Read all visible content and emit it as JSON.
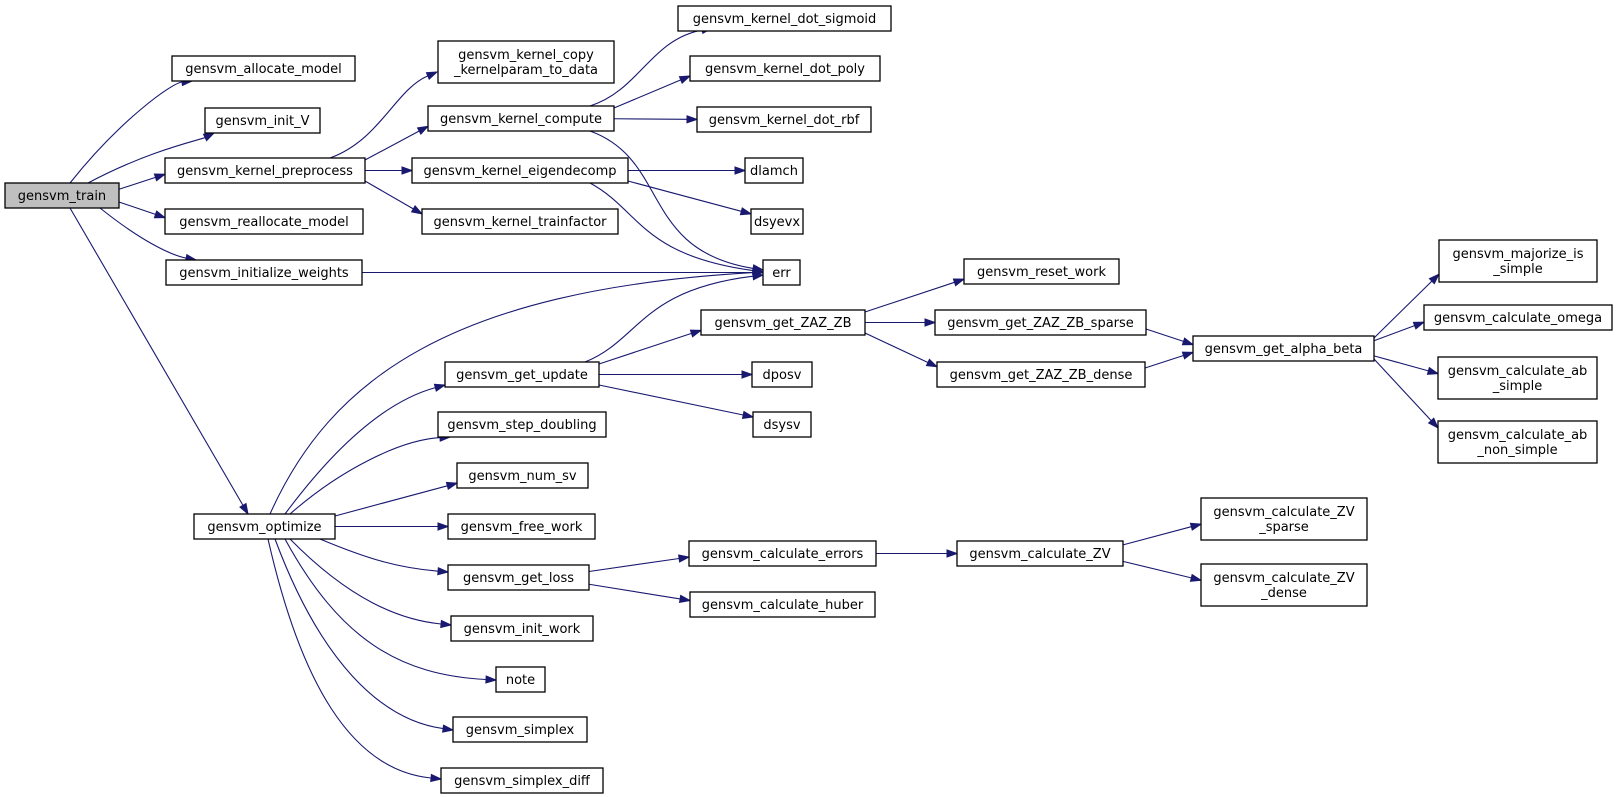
{
  "nodes": [
    {
      "id": "train",
      "lines": [
        "gensvm_train"
      ],
      "root": true
    },
    {
      "id": "alloc",
      "lines": [
        "gensvm_allocate_model"
      ]
    },
    {
      "id": "initV",
      "lines": [
        "gensvm_init_V"
      ]
    },
    {
      "id": "kprep",
      "lines": [
        "gensvm_kernel_preprocess"
      ]
    },
    {
      "id": "realloc",
      "lines": [
        "gensvm_reallocate_model"
      ]
    },
    {
      "id": "initw",
      "lines": [
        "gensvm_initialize_weights"
      ]
    },
    {
      "id": "opt",
      "lines": [
        "gensvm_optimize"
      ]
    },
    {
      "id": "kcopy",
      "lines": [
        "gensvm_kernel_copy",
        "_kernelparam_to_data"
      ]
    },
    {
      "id": "kcomp",
      "lines": [
        "gensvm_kernel_compute"
      ]
    },
    {
      "id": "keig",
      "lines": [
        "gensvm_kernel_eigendecomp"
      ]
    },
    {
      "id": "ktf",
      "lines": [
        "gensvm_kernel_trainfactor"
      ]
    },
    {
      "id": "ksig",
      "lines": [
        "gensvm_kernel_dot_sigmoid"
      ]
    },
    {
      "id": "kpoly",
      "lines": [
        "gensvm_kernel_dot_poly"
      ]
    },
    {
      "id": "krbf",
      "lines": [
        "gensvm_kernel_dot_rbf"
      ]
    },
    {
      "id": "dlamch",
      "lines": [
        "dlamch"
      ]
    },
    {
      "id": "dsyevx",
      "lines": [
        "dsyevx"
      ]
    },
    {
      "id": "err",
      "lines": [
        "err"
      ]
    },
    {
      "id": "getupd",
      "lines": [
        "gensvm_get_update"
      ]
    },
    {
      "id": "stepd",
      "lines": [
        "gensvm_step_doubling"
      ]
    },
    {
      "id": "numsv",
      "lines": [
        "gensvm_num_sv"
      ]
    },
    {
      "id": "freew",
      "lines": [
        "gensvm_free_work"
      ]
    },
    {
      "id": "getloss",
      "lines": [
        "gensvm_get_loss"
      ]
    },
    {
      "id": "initwork",
      "lines": [
        "gensvm_init_work"
      ]
    },
    {
      "id": "note",
      "lines": [
        "note"
      ]
    },
    {
      "id": "simplex",
      "lines": [
        "gensvm_simplex"
      ]
    },
    {
      "id": "sdiff",
      "lines": [
        "gensvm_simplex_diff"
      ]
    },
    {
      "id": "zaz",
      "lines": [
        "gensvm_get_ZAZ_ZB"
      ]
    },
    {
      "id": "dposv",
      "lines": [
        "dposv"
      ]
    },
    {
      "id": "dsysv",
      "lines": [
        "dsysv"
      ]
    },
    {
      "id": "resetw",
      "lines": [
        "gensvm_reset_work"
      ]
    },
    {
      "id": "zazs",
      "lines": [
        "gensvm_get_ZAZ_ZB_sparse"
      ]
    },
    {
      "id": "zazd",
      "lines": [
        "gensvm_get_ZAZ_ZB_dense"
      ]
    },
    {
      "id": "ab",
      "lines": [
        "gensvm_get_alpha_beta"
      ]
    },
    {
      "id": "majs",
      "lines": [
        "gensvm_majorize_is",
        "_simple"
      ]
    },
    {
      "id": "omega",
      "lines": [
        "gensvm_calculate_omega"
      ]
    },
    {
      "id": "abs",
      "lines": [
        "gensvm_calculate_ab",
        "_simple"
      ]
    },
    {
      "id": "abns",
      "lines": [
        "gensvm_calculate_ab",
        "_non_simple"
      ]
    },
    {
      "id": "cerr",
      "lines": [
        "gensvm_calculate_errors"
      ]
    },
    {
      "id": "chub",
      "lines": [
        "gensvm_calculate_huber"
      ]
    },
    {
      "id": "czv",
      "lines": [
        "gensvm_calculate_ZV"
      ]
    },
    {
      "id": "czvs",
      "lines": [
        "gensvm_calculate_ZV",
        "_sparse"
      ]
    },
    {
      "id": "czvd",
      "lines": [
        "gensvm_calculate_ZV",
        "_dense"
      ]
    }
  ],
  "edges": [
    [
      "train",
      "alloc"
    ],
    [
      "train",
      "initV"
    ],
    [
      "train",
      "kprep"
    ],
    [
      "train",
      "realloc"
    ],
    [
      "train",
      "initw"
    ],
    [
      "train",
      "opt"
    ],
    [
      "kprep",
      "kcopy"
    ],
    [
      "kprep",
      "kcomp"
    ],
    [
      "kprep",
      "keig"
    ],
    [
      "kprep",
      "ktf"
    ],
    [
      "kcomp",
      "ksig"
    ],
    [
      "kcomp",
      "kpoly"
    ],
    [
      "kcomp",
      "krbf"
    ],
    [
      "kcomp",
      "err"
    ],
    [
      "keig",
      "dlamch"
    ],
    [
      "keig",
      "dsyevx"
    ],
    [
      "keig",
      "err"
    ],
    [
      "initw",
      "err"
    ],
    [
      "opt",
      "err"
    ],
    [
      "opt",
      "getupd"
    ],
    [
      "opt",
      "stepd"
    ],
    [
      "opt",
      "numsv"
    ],
    [
      "opt",
      "freew"
    ],
    [
      "opt",
      "getloss"
    ],
    [
      "opt",
      "initwork"
    ],
    [
      "opt",
      "note"
    ],
    [
      "opt",
      "simplex"
    ],
    [
      "opt",
      "sdiff"
    ],
    [
      "getupd",
      "err"
    ],
    [
      "getupd",
      "zaz"
    ],
    [
      "getupd",
      "dposv"
    ],
    [
      "getupd",
      "dsysv"
    ],
    [
      "zaz",
      "resetw"
    ],
    [
      "zaz",
      "zazs"
    ],
    [
      "zaz",
      "zazd"
    ],
    [
      "zazs",
      "ab"
    ],
    [
      "zazd",
      "ab"
    ],
    [
      "ab",
      "majs"
    ],
    [
      "ab",
      "omega"
    ],
    [
      "ab",
      "abs"
    ],
    [
      "ab",
      "abns"
    ],
    [
      "getloss",
      "cerr"
    ],
    [
      "getloss",
      "chub"
    ],
    [
      "cerr",
      "czv"
    ],
    [
      "czv",
      "czvs"
    ],
    [
      "czv",
      "czvd"
    ]
  ]
}
